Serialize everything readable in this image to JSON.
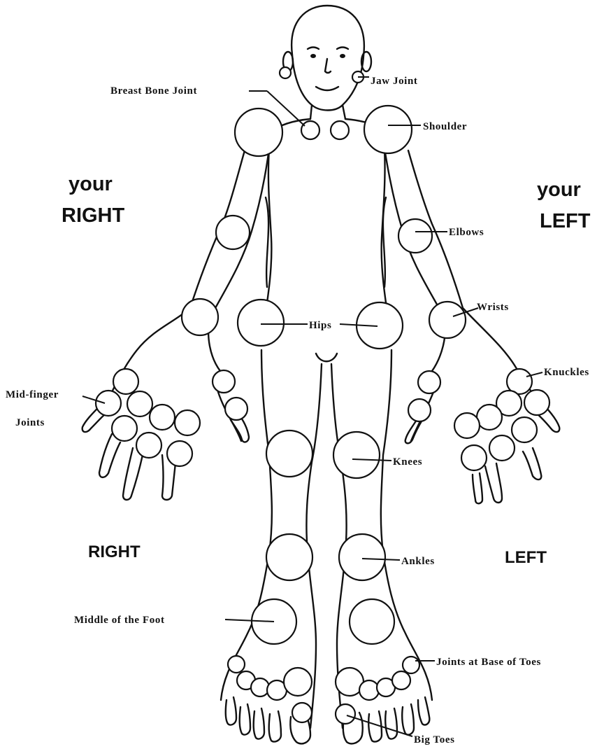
{
  "side_labels": {
    "upper_right_line1": "your",
    "upper_right_line2": "RIGHT",
    "upper_left_line1": "your",
    "upper_left_line2": "LEFT",
    "lower_right": "RIGHT",
    "lower_left": "LEFT"
  },
  "joint_labels": {
    "breast_bone": "Breast Bone Joint",
    "jaw": "Jaw Joint",
    "shoulder": "Shoulder",
    "elbows": "Elbows",
    "wrists": "Wrists",
    "hips": "Hips",
    "knuckles": "Knuckles",
    "mid_finger_line1": "Mid-finger",
    "mid_finger_line2": "Joints",
    "knees": "Knees",
    "ankles": "Ankles",
    "middle_of_foot": "Middle of the Foot",
    "base_of_toes": "Joints at Base of Toes",
    "big_toes": "Big Toes"
  }
}
